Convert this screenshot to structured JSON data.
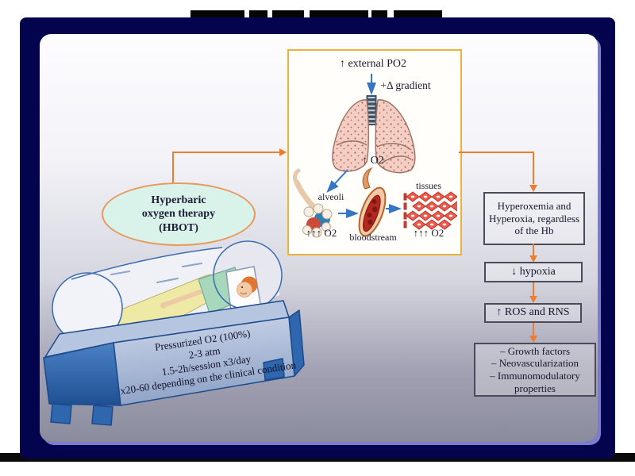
{
  "title": {
    "redacted": true
  },
  "hbot_ellipse": {
    "line1": "Hyperbaric",
    "line2": "oxygen therapy",
    "line3": "(HBOT)"
  },
  "chamber": {
    "line1": "Pressurized O2 (100%)",
    "line2": "2-3 atm",
    "line3": "1.5-2h/session x3/day",
    "line4": "x20-60 depending on the clinical condition"
  },
  "mechanism_box": {
    "external_po2": "↑ external PO2",
    "gradient": "+Δ gradient",
    "lung_o2": "↑ O2",
    "alveoli_label": "alveoli",
    "alveoli_o2": "↑↑↑ O2",
    "bloodstream_label": "bloodstream",
    "tissues_label": "tissues",
    "tissues_o2": "↑↑↑ O2"
  },
  "effects": {
    "box1": "Hyperoxemia and Hyperoxia, regardless of the Hb",
    "box2": "↓ hypoxia",
    "box3": "↑ ROS and RNS",
    "box4_items": [
      "– Growth factors",
      "– Neovascularization",
      "– Immunomodulatory properties"
    ]
  },
  "colors": {
    "frame_navy": "#04044e",
    "accent_orange": "#ed7d31",
    "mech_box_border": "#ecb23c",
    "ellipse_fill": "#d9f3ea",
    "ellipse_border": "#e8995c",
    "arrow_blue": "#3576c4",
    "chamber_blue": "#2e67ad"
  }
}
